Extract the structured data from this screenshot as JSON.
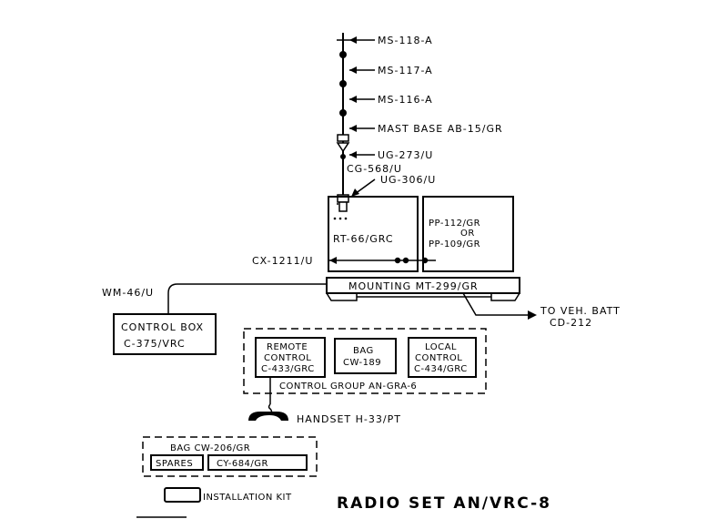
{
  "labels": {
    "ms118": "MS-118-A",
    "ms117": "MS-117-A",
    "ms116": "MS-116-A",
    "mast_base": "MAST BASE AB-15/GR",
    "ug273": "UG-273/U",
    "cg568": "CG-568/U",
    "ug306": "UG-306/U",
    "rt66": "RT-66/GRC",
    "pp112": "PP-112/GR",
    "or": "OR",
    "pp109": "PP-109/GR",
    "cx1211": "CX-1211/U",
    "mounting": "MOUNTING MT-299/GR",
    "wm46": "WM-46/U",
    "to_veh_batt": "TO VEH. BATT",
    "cd212": "CD-212",
    "control_box_1": "CONTROL BOX",
    "control_box_2": "C-375/VRC",
    "remote_1": "REMOTE",
    "remote_2": "CONTROL",
    "remote_3": "C-433/GRC",
    "bag_1": "BAG",
    "bag_2": "CW-189",
    "local_1": "LOCAL",
    "local_2": "CONTROL",
    "local_3": "C-434/GRC",
    "control_group": "CONTROL GROUP AN-GRA-6",
    "handset": "HANDSET H-33/PT",
    "bag_cw206": "BAG CW-206/GR",
    "spares": "SPARES",
    "cy684": "CY-684/GR",
    "install_kit": "INSTALLATION KIT",
    "title": "RADIO SET AN/VRC-8"
  }
}
